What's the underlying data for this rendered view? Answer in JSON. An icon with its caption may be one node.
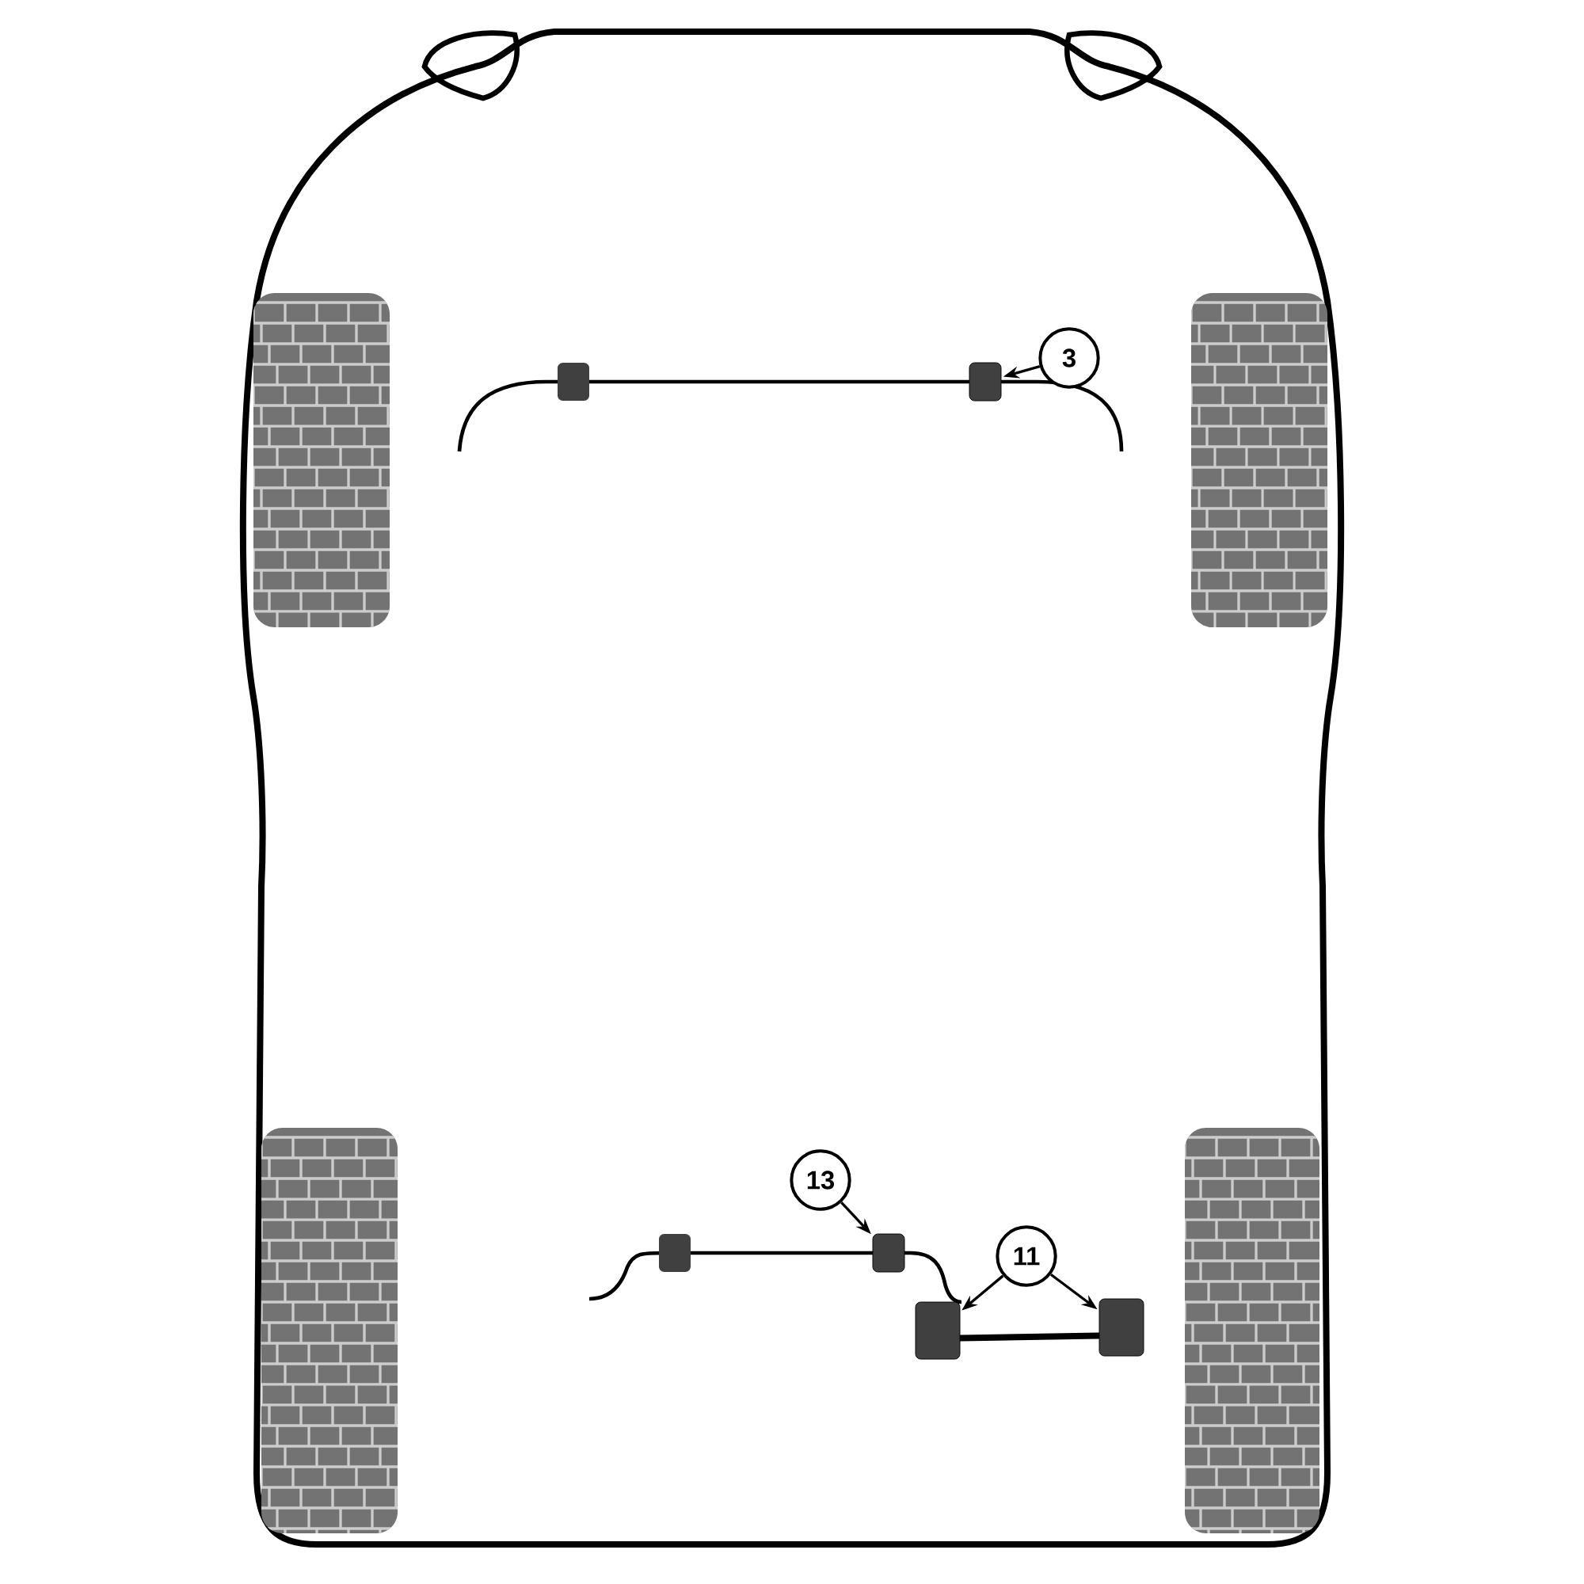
{
  "diagram": {
    "nodes": [
      {
        "text": [
          "3"
        ]
      },
      {
        "text": [],
        "shape": "box"
      },
      {
        "text": [
          "13"
        ]
      },
      {
        "text": [],
        "shape": "box"
      },
      {
        "text": [
          "11"
        ]
      },
      {
        "text": [],
        "shape": "box"
      },
      {
        "text": [],
        "shape": "box"
      }
    ],
    "edges": [
      {
        "from": 0,
        "to": 1,
        "arrow": "to"
      },
      {
        "from": 2,
        "to": 3,
        "arrow": "to"
      },
      {
        "from": 4,
        "to": 5,
        "arrow": "to"
      },
      {
        "from": 4,
        "to": 6,
        "arrow": "to"
      }
    ]
  }
}
